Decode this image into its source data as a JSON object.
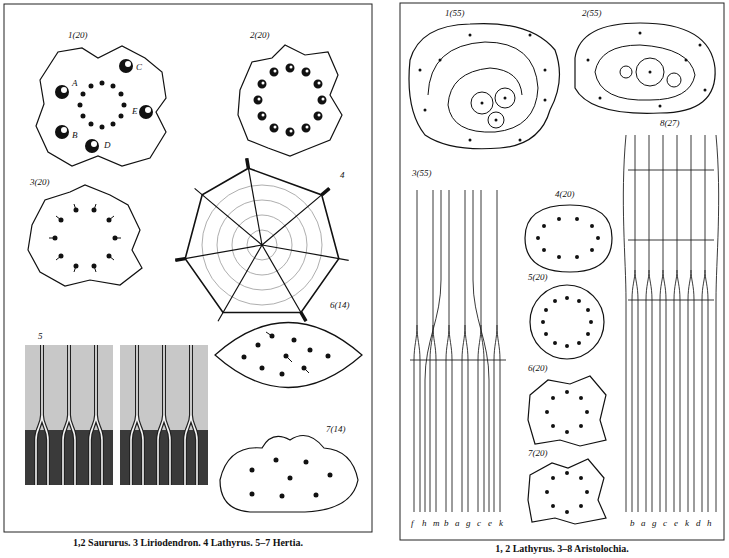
{
  "diagram": {
    "labels": [
      "1(20)",
      "2(20)",
      "3(20)",
      "4",
      "5",
      "6(14)",
      "7(14)",
      "1,2 Saururus. 3 Liriodendron. 4 Lathyrus. 5–7 Hertia.",
      "A",
      "B",
      "C",
      "D",
      "E",
      "1(55)",
      "2(55)",
      "3(55)",
      "4(20)",
      "5(20)",
      "6(20)",
      "7(20)",
      "8(27)",
      "1, 2 Lathyrus. 3–8 Aristolochia.",
      "f",
      "h",
      "m",
      "b",
      "a",
      "g",
      "c",
      "e",
      "k",
      "b",
      "a",
      "g",
      "c",
      "e",
      "k",
      "d",
      "h"
    ]
  }
}
